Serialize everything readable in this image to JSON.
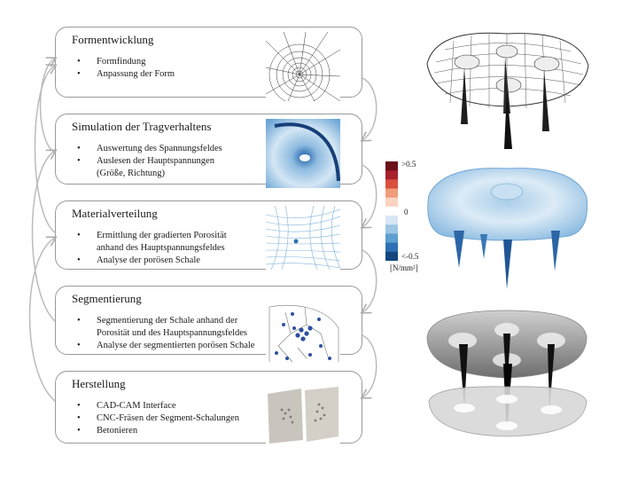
{
  "steps": [
    {
      "title": "Formentwicklung",
      "items": [
        "Formfindung",
        "Anpassung der Form"
      ]
    },
    {
      "title": "Simulation der Tragverhaltens",
      "items": [
        "Auswertung des Spannungsfeldes",
        "Auslesen der Hauptspannungen",
        "(Größe, Richtung)"
      ]
    },
    {
      "title": "Materialverteilung",
      "items": [
        "Ermittlung der gradierten Porosität",
        "anhand des Hauptspannungsfeldes",
        "Analyse der porösen Schale"
      ]
    },
    {
      "title": "Segmentierung",
      "items": [
        "Segmentierung der Schale anhand der",
        "Porosität und des Hauptspannungsfeldes",
        "Analyse der segmentierten porösen Schale"
      ]
    },
    {
      "title": "Herstellung",
      "items": [
        "CAD-CAM Interface",
        "CNC-Fräsen der Segment-Schalungen",
        "Betonieren"
      ]
    }
  ],
  "colorbar": {
    "max_label": ">0.5",
    "mid_label": "0",
    "min_label": "<-0.5",
    "unit": "[N/mm²]",
    "colors": [
      "#6b0f1a",
      "#a8202c",
      "#d9503e",
      "#f09c7a",
      "#fbd3c1",
      "#ffffff",
      "#d7e7f4",
      "#9cc6e4",
      "#5c9fd0",
      "#2d70b3",
      "#12467e"
    ]
  }
}
